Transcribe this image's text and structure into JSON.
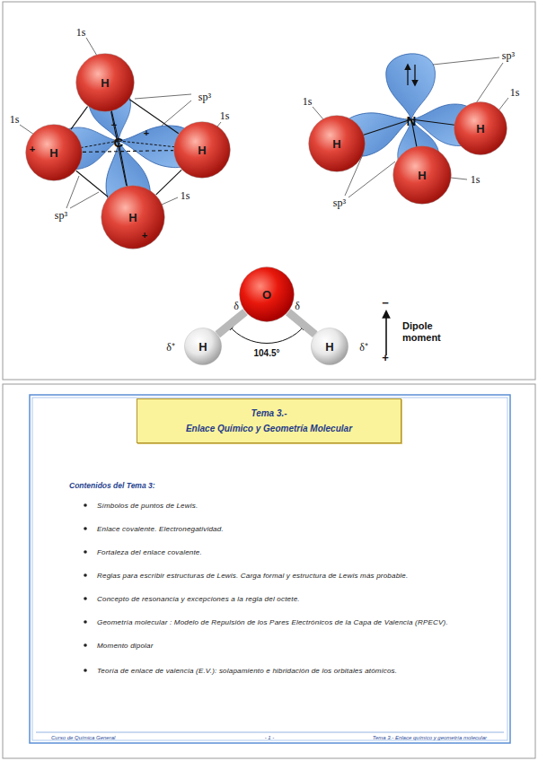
{
  "diagram": {
    "nodes": [
      {
        "text": [
          "H"
        ]
      },
      {
        "text": [
          "H"
        ]
      },
      {
        "text": [
          "H"
        ]
      },
      {
        "text": [
          "H"
        ]
      },
      {
        "text": [
          "H"
        ]
      },
      {
        "text": [
          "H"
        ]
      },
      {
        "text": [
          "H"
        ]
      },
      {
        "text": [
          "O"
        ]
      },
      {
        "text": [
          "H"
        ]
      },
      {
        "text": [
          "H"
        ]
      },
      {
        "text": [
          "Tema 3.-",
          "Enlace Químico y Geometría Molecular"
        ]
      }
    ],
    "edges": [
      {
        "from": 0,
        "to": 1,
        "arrow": "none"
      },
      {
        "from": 0,
        "to": 2,
        "arrow": "none"
      },
      {
        "from": 0,
        "to": 3,
        "arrow": "none"
      },
      {
        "from": 1,
        "to": 2,
        "arrow": "none"
      },
      {
        "from": 1,
        "to": 3,
        "arrow": "none"
      },
      {
        "from": 2,
        "to": 3,
        "arrow": "none"
      },
      {
        "from": 7,
        "to": 8,
        "arrow": "none"
      },
      {
        "from": 7,
        "to": 9,
        "arrow": "none"
      }
    ],
    "labels": [
      "1s",
      "sp³",
      "1s",
      "−",
      "C",
      "+",
      "1s",
      "+",
      "sp³",
      "1s",
      "+",
      "sp³",
      "1s",
      "N",
      "1s",
      "1s",
      "sp³",
      "δ",
      "δ",
      "−",
      "Dipole moment",
      "δ⁺",
      "104.5°",
      "δ⁺",
      "+",
      "Contenidos del Tema 3:",
      "Símbolos de puntos de Lewis.",
      "Enlace covalente. Electronegatividad.",
      "Fortaleza del enlace covalente.",
      "Reglas para escribir estructuras de Lewis. Carga formal y estructura de Lewis más probable.",
      "Concepto de resonancia y excepciones a la regla del octete.",
      "Geometría molecular : Modelo de Repulsión de los Pares Electrónicos de la Capa de Valencia (RPECV).",
      "Momento dipolar",
      "Teoría de enlace de valencia (E.V.): solapamiento e hibridación de los orbitales atómicos.",
      "Curso de Química General",
      "- 1 -",
      "Tema 3.- Enlace químico y geometría molecular"
    ]
  }
}
